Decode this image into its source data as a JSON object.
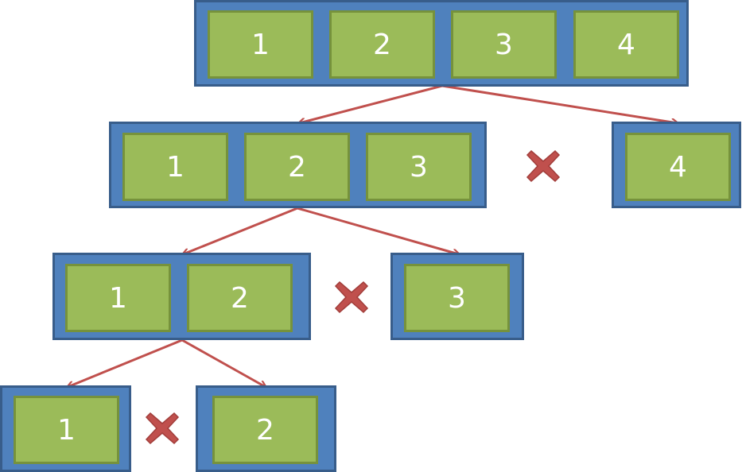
{
  "colors": {
    "group_fill": "#4f81bd",
    "group_border": "#385d8a",
    "cell_fill": "#9bbb59",
    "cell_border": "#76923c",
    "arrow": "#c0504d",
    "cross": "#c0504d",
    "label": "#ffffff"
  },
  "icons": [
    "x-cross-icon"
  ],
  "rows": [
    {
      "groups": [
        {
          "items": [
            "1",
            "2",
            "3",
            "4"
          ]
        }
      ]
    },
    {
      "groups": [
        {
          "items": [
            "1",
            "2",
            "3"
          ]
        },
        {
          "items": [
            "4"
          ]
        }
      ],
      "discarded_group": 2
    },
    {
      "groups": [
        {
          "items": [
            "1",
            "2"
          ]
        },
        {
          "items": [
            "3"
          ]
        }
      ],
      "discarded_group": 2
    },
    {
      "groups": [
        {
          "items": [
            "1"
          ]
        },
        {
          "items": [
            "2"
          ]
        }
      ],
      "discarded_group": 2
    }
  ]
}
